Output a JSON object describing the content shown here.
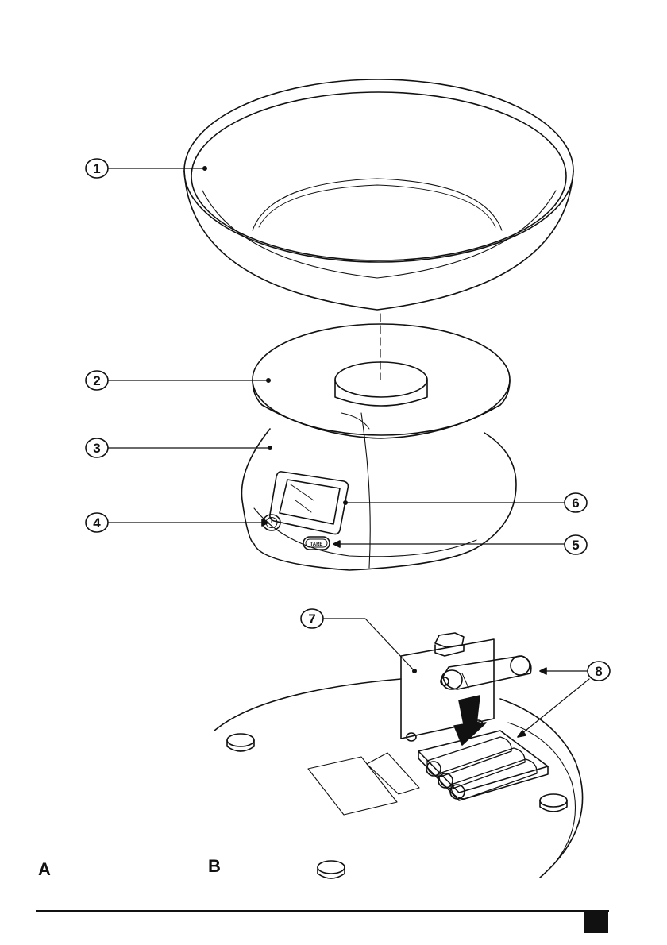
{
  "callouts": {
    "c1": "1",
    "c2": "2",
    "c3": "3",
    "c4": "4",
    "c5": "5",
    "c6": "6",
    "c7": "7",
    "c8": "8"
  },
  "tare_button_text": "TARE",
  "sections": {
    "a": "A",
    "b": "B"
  },
  "colors": {
    "ink": "#111111",
    "paper": "#ffffff"
  }
}
